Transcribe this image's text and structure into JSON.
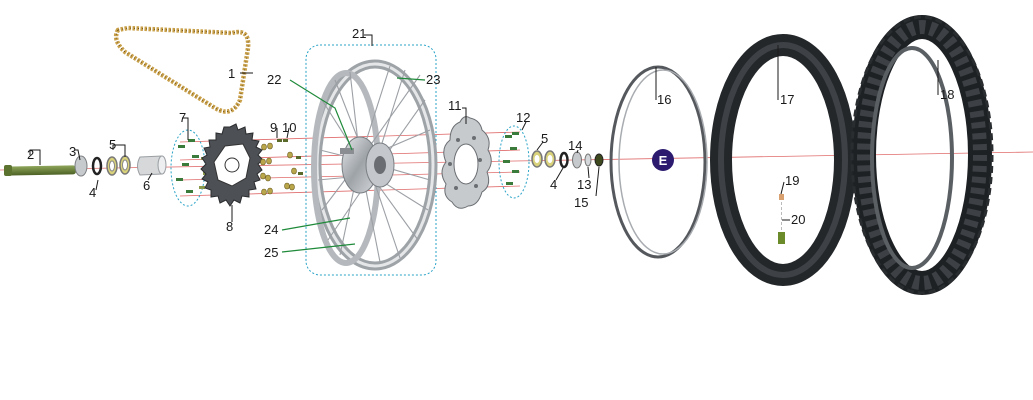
{
  "diagram": {
    "callouts": [
      {
        "num": "1"
      },
      {
        "num": "2"
      },
      {
        "num": "3"
      },
      {
        "num": "4"
      },
      {
        "num": "5"
      },
      {
        "num": "6"
      },
      {
        "num": "7"
      },
      {
        "num": "8"
      },
      {
        "num": "9"
      },
      {
        "num": "10"
      },
      {
        "num": "11"
      },
      {
        "num": "12"
      },
      {
        "num": "5"
      },
      {
        "num": "4"
      },
      {
        "num": "14"
      },
      {
        "num": "13"
      },
      {
        "num": "15"
      },
      {
        "num": "16"
      },
      {
        "num": "17"
      },
      {
        "num": "18"
      },
      {
        "num": "19"
      },
      {
        "num": "20"
      },
      {
        "num": "21"
      },
      {
        "num": "22"
      },
      {
        "num": "23"
      },
      {
        "num": "24"
      },
      {
        "num": "25"
      }
    ],
    "badge": "E"
  },
  "colors": {
    "axis": "#e06c6c",
    "group_box": "#2aa3c7",
    "green_leader": "#1f8a3a",
    "badge": "#2b1a6e",
    "rim": "#b8bcc2",
    "tire": "#2a2d30",
    "chain": "#c9a04a"
  }
}
